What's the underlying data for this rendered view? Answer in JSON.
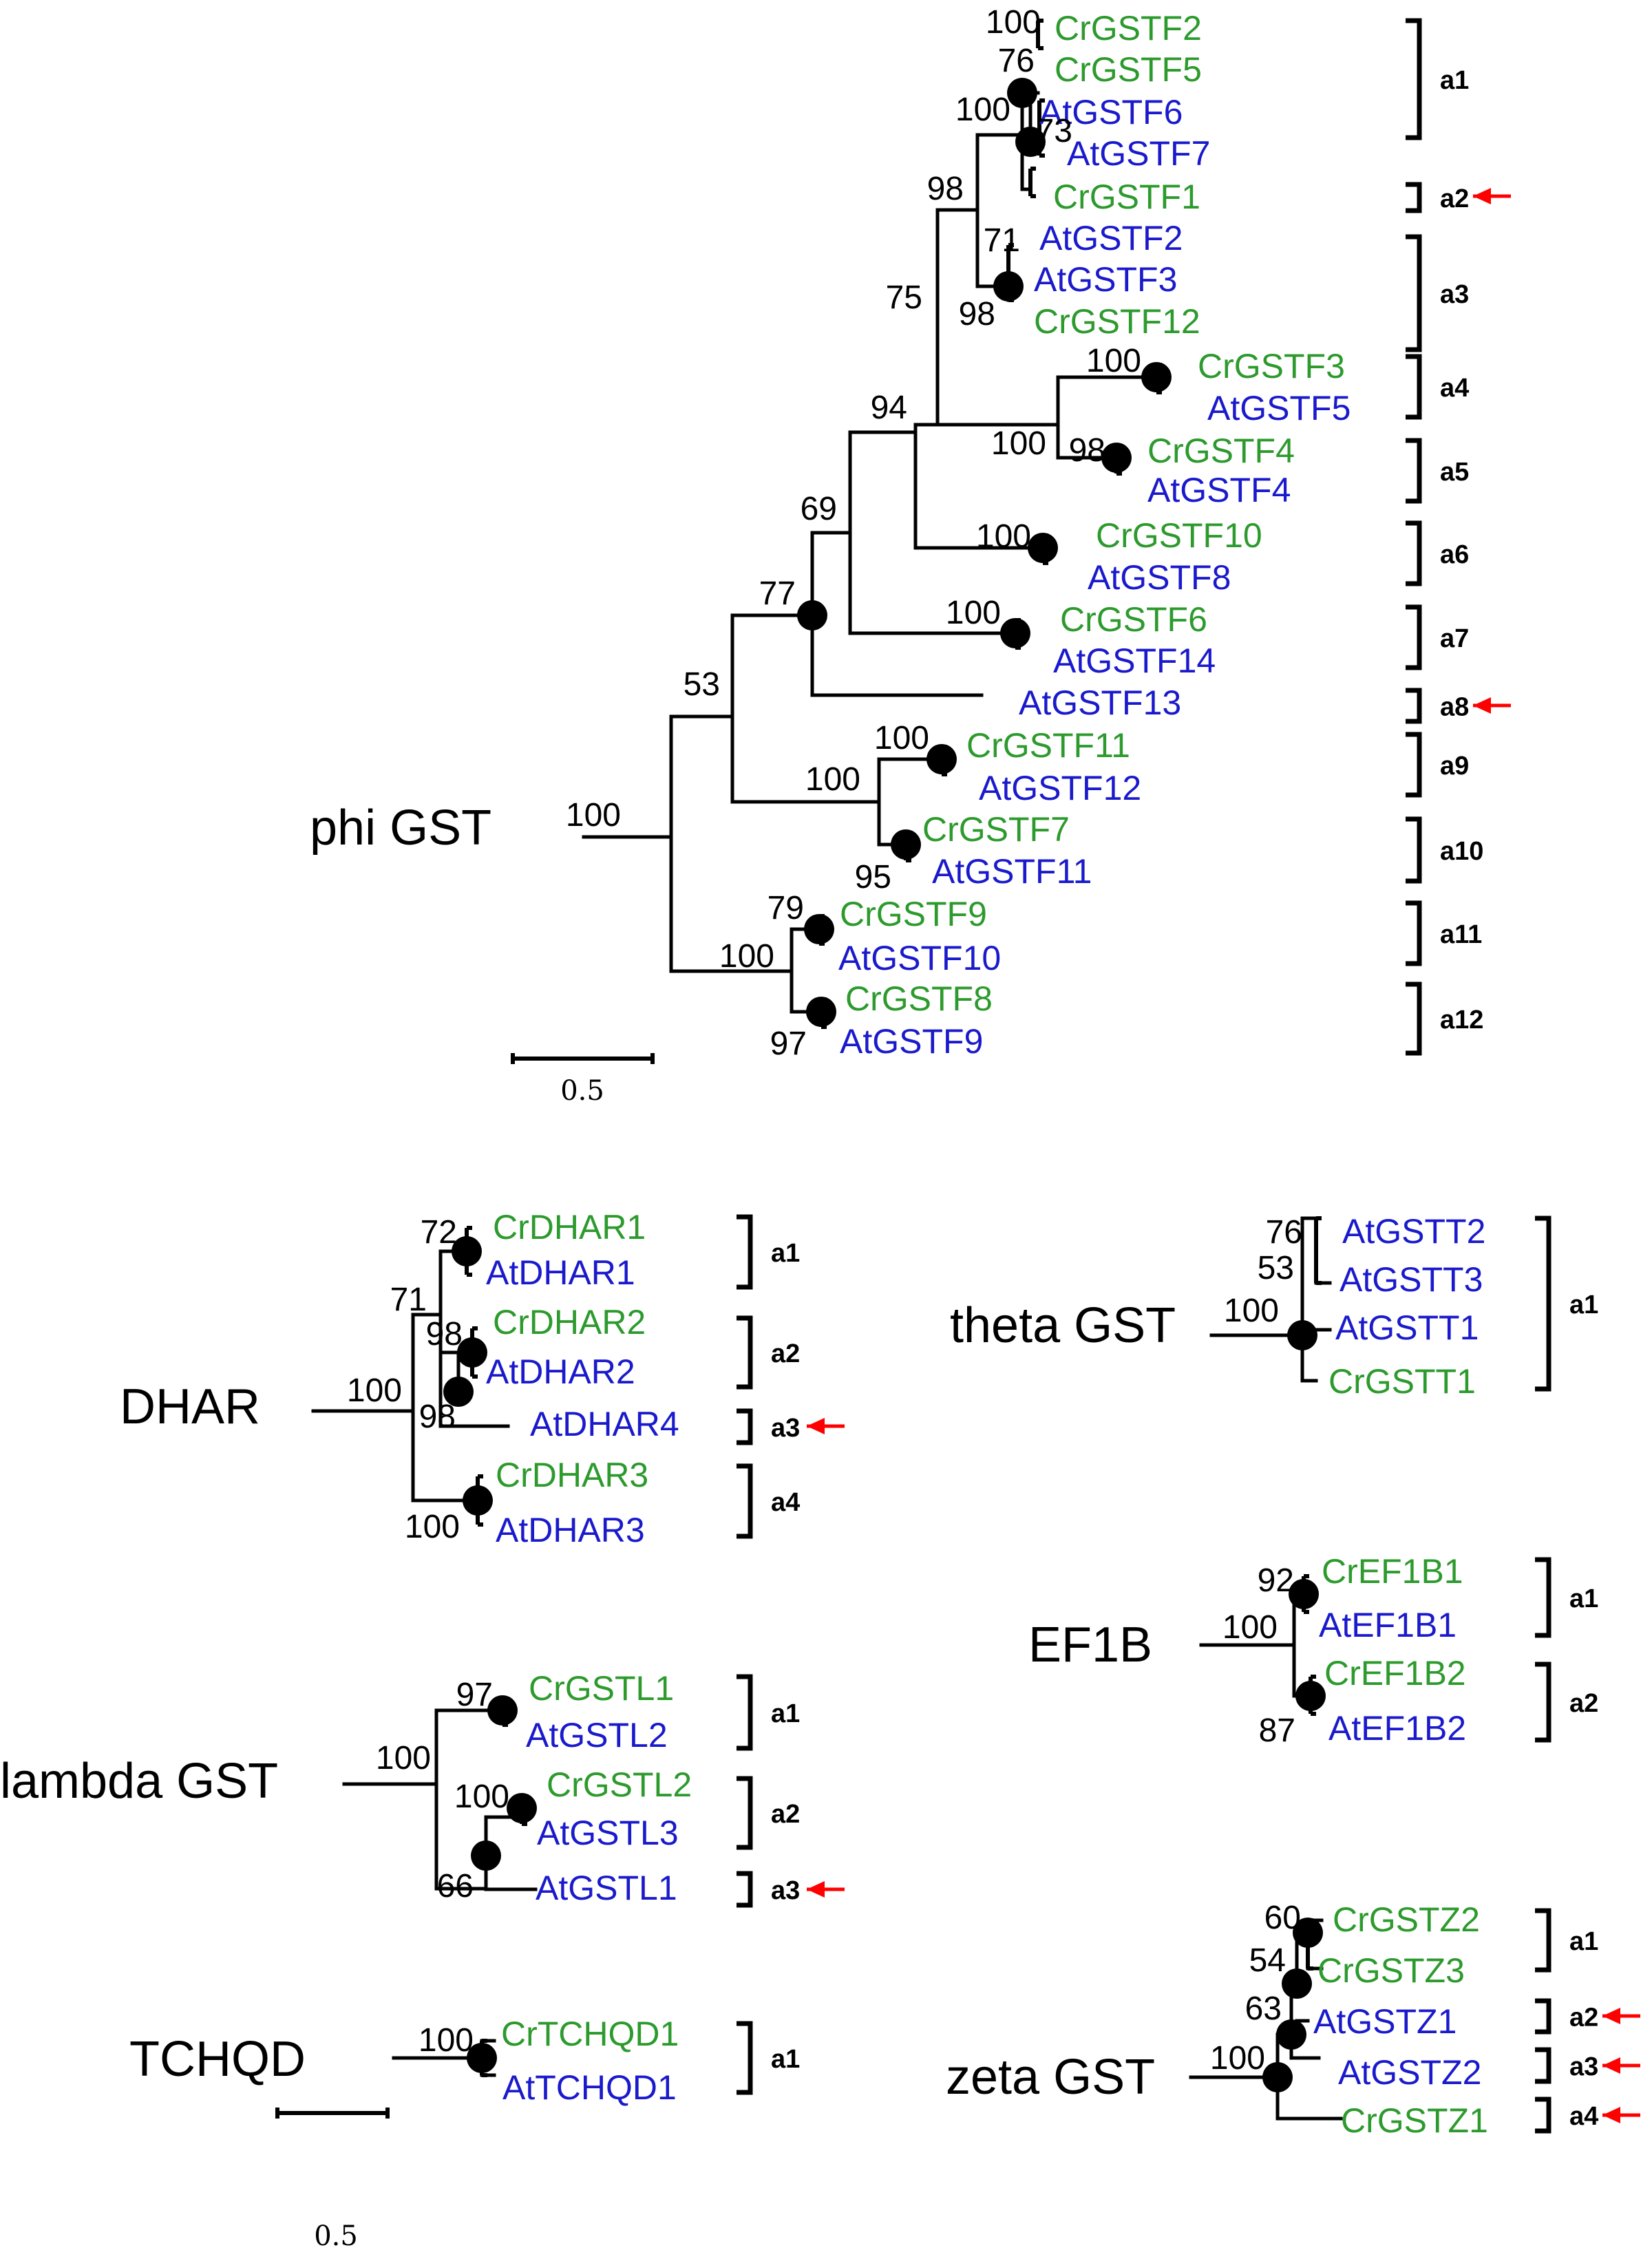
{
  "colors": {
    "cr": "#2d9a2d",
    "at": "#1a1acc",
    "arrow": "#ff0000",
    "line": "#000000"
  },
  "scale_bar": {
    "label": "0.5"
  },
  "families": {
    "phi": "phi GST",
    "dhar": "DHAR",
    "lambda": "lambda GST",
    "tchqd": "TCHQD",
    "theta": "theta GST",
    "ef1b": "EF1B",
    "zeta": "zeta GST"
  },
  "phi": {
    "leaves": [
      "CrGSTF2",
      "CrGSTF5",
      "AtGSTF6",
      "AtGSTF7",
      "CrGSTF1",
      "AtGSTF2",
      "AtGSTF3",
      "CrGSTF12",
      "CrGSTF3",
      "AtGSTF5",
      "CrGSTF4",
      "AtGSTF4",
      "CrGSTF10",
      "AtGSTF8",
      "CrGSTF6",
      "AtGSTF14",
      "AtGSTF13",
      "CrGSTF11",
      "AtGSTF12",
      "CrGSTF7",
      "AtGSTF11",
      "CrGSTF9",
      "AtGSTF10",
      "CrGSTF8",
      "AtGSTF9"
    ],
    "bootstrap": [
      "100",
      "76",
      "100",
      "73",
      "98",
      "71",
      "98",
      "75",
      "100",
      "100",
      "98",
      "94",
      "100",
      "69",
      "100",
      "77",
      "53",
      "100",
      "100",
      "95",
      "100",
      "79",
      "100",
      "97"
    ],
    "subgroups": [
      "a1",
      "a2",
      "a3",
      "a4",
      "a5",
      "a6",
      "a7",
      "a8",
      "a9",
      "a10",
      "a11",
      "a12"
    ]
  },
  "dhar": {
    "leaves": [
      "CrDHAR1",
      "AtDHAR1",
      "CrDHAR2",
      "AtDHAR2",
      "AtDHAR4",
      "CrDHAR3",
      "AtDHAR3"
    ],
    "bootstrap": [
      "72",
      "71",
      "98",
      "100",
      "98",
      "100"
    ],
    "subgroups": [
      "a1",
      "a2",
      "a3",
      "a4"
    ]
  },
  "lambda": {
    "leaves": [
      "CrGSTL1",
      "AtGSTL2",
      "CrGSTL2",
      "AtGSTL3",
      "AtGSTL1"
    ],
    "bootstrap": [
      "97",
      "100",
      "100",
      "66"
    ],
    "subgroups": [
      "a1",
      "a2",
      "a3"
    ]
  },
  "tchqd": {
    "leaves": [
      "CrTCHQD1",
      "AtTCHQD1"
    ],
    "bootstrap": [
      "100"
    ],
    "subgroups": [
      "a1"
    ]
  },
  "theta": {
    "leaves": [
      "AtGSTT2",
      "AtGSTT3",
      "AtGSTT1",
      "CrGSTT1"
    ],
    "bootstrap": [
      "76",
      "53",
      "100"
    ],
    "subgroups": [
      "a1"
    ]
  },
  "ef1b": {
    "leaves": [
      "CrEF1B1",
      "AtEF1B1",
      "CrEF1B2",
      "AtEF1B2"
    ],
    "bootstrap": [
      "92",
      "100",
      "87"
    ],
    "subgroups": [
      "a1",
      "a2"
    ]
  },
  "zeta": {
    "leaves": [
      "CrGSTZ2",
      "CrGSTZ3",
      "AtGSTZ1",
      "AtGSTZ2",
      "CrGSTZ1"
    ],
    "bootstrap": [
      "60",
      "54",
      "63",
      "100"
    ],
    "subgroups": [
      "a1",
      "a2",
      "a3",
      "a4"
    ]
  }
}
